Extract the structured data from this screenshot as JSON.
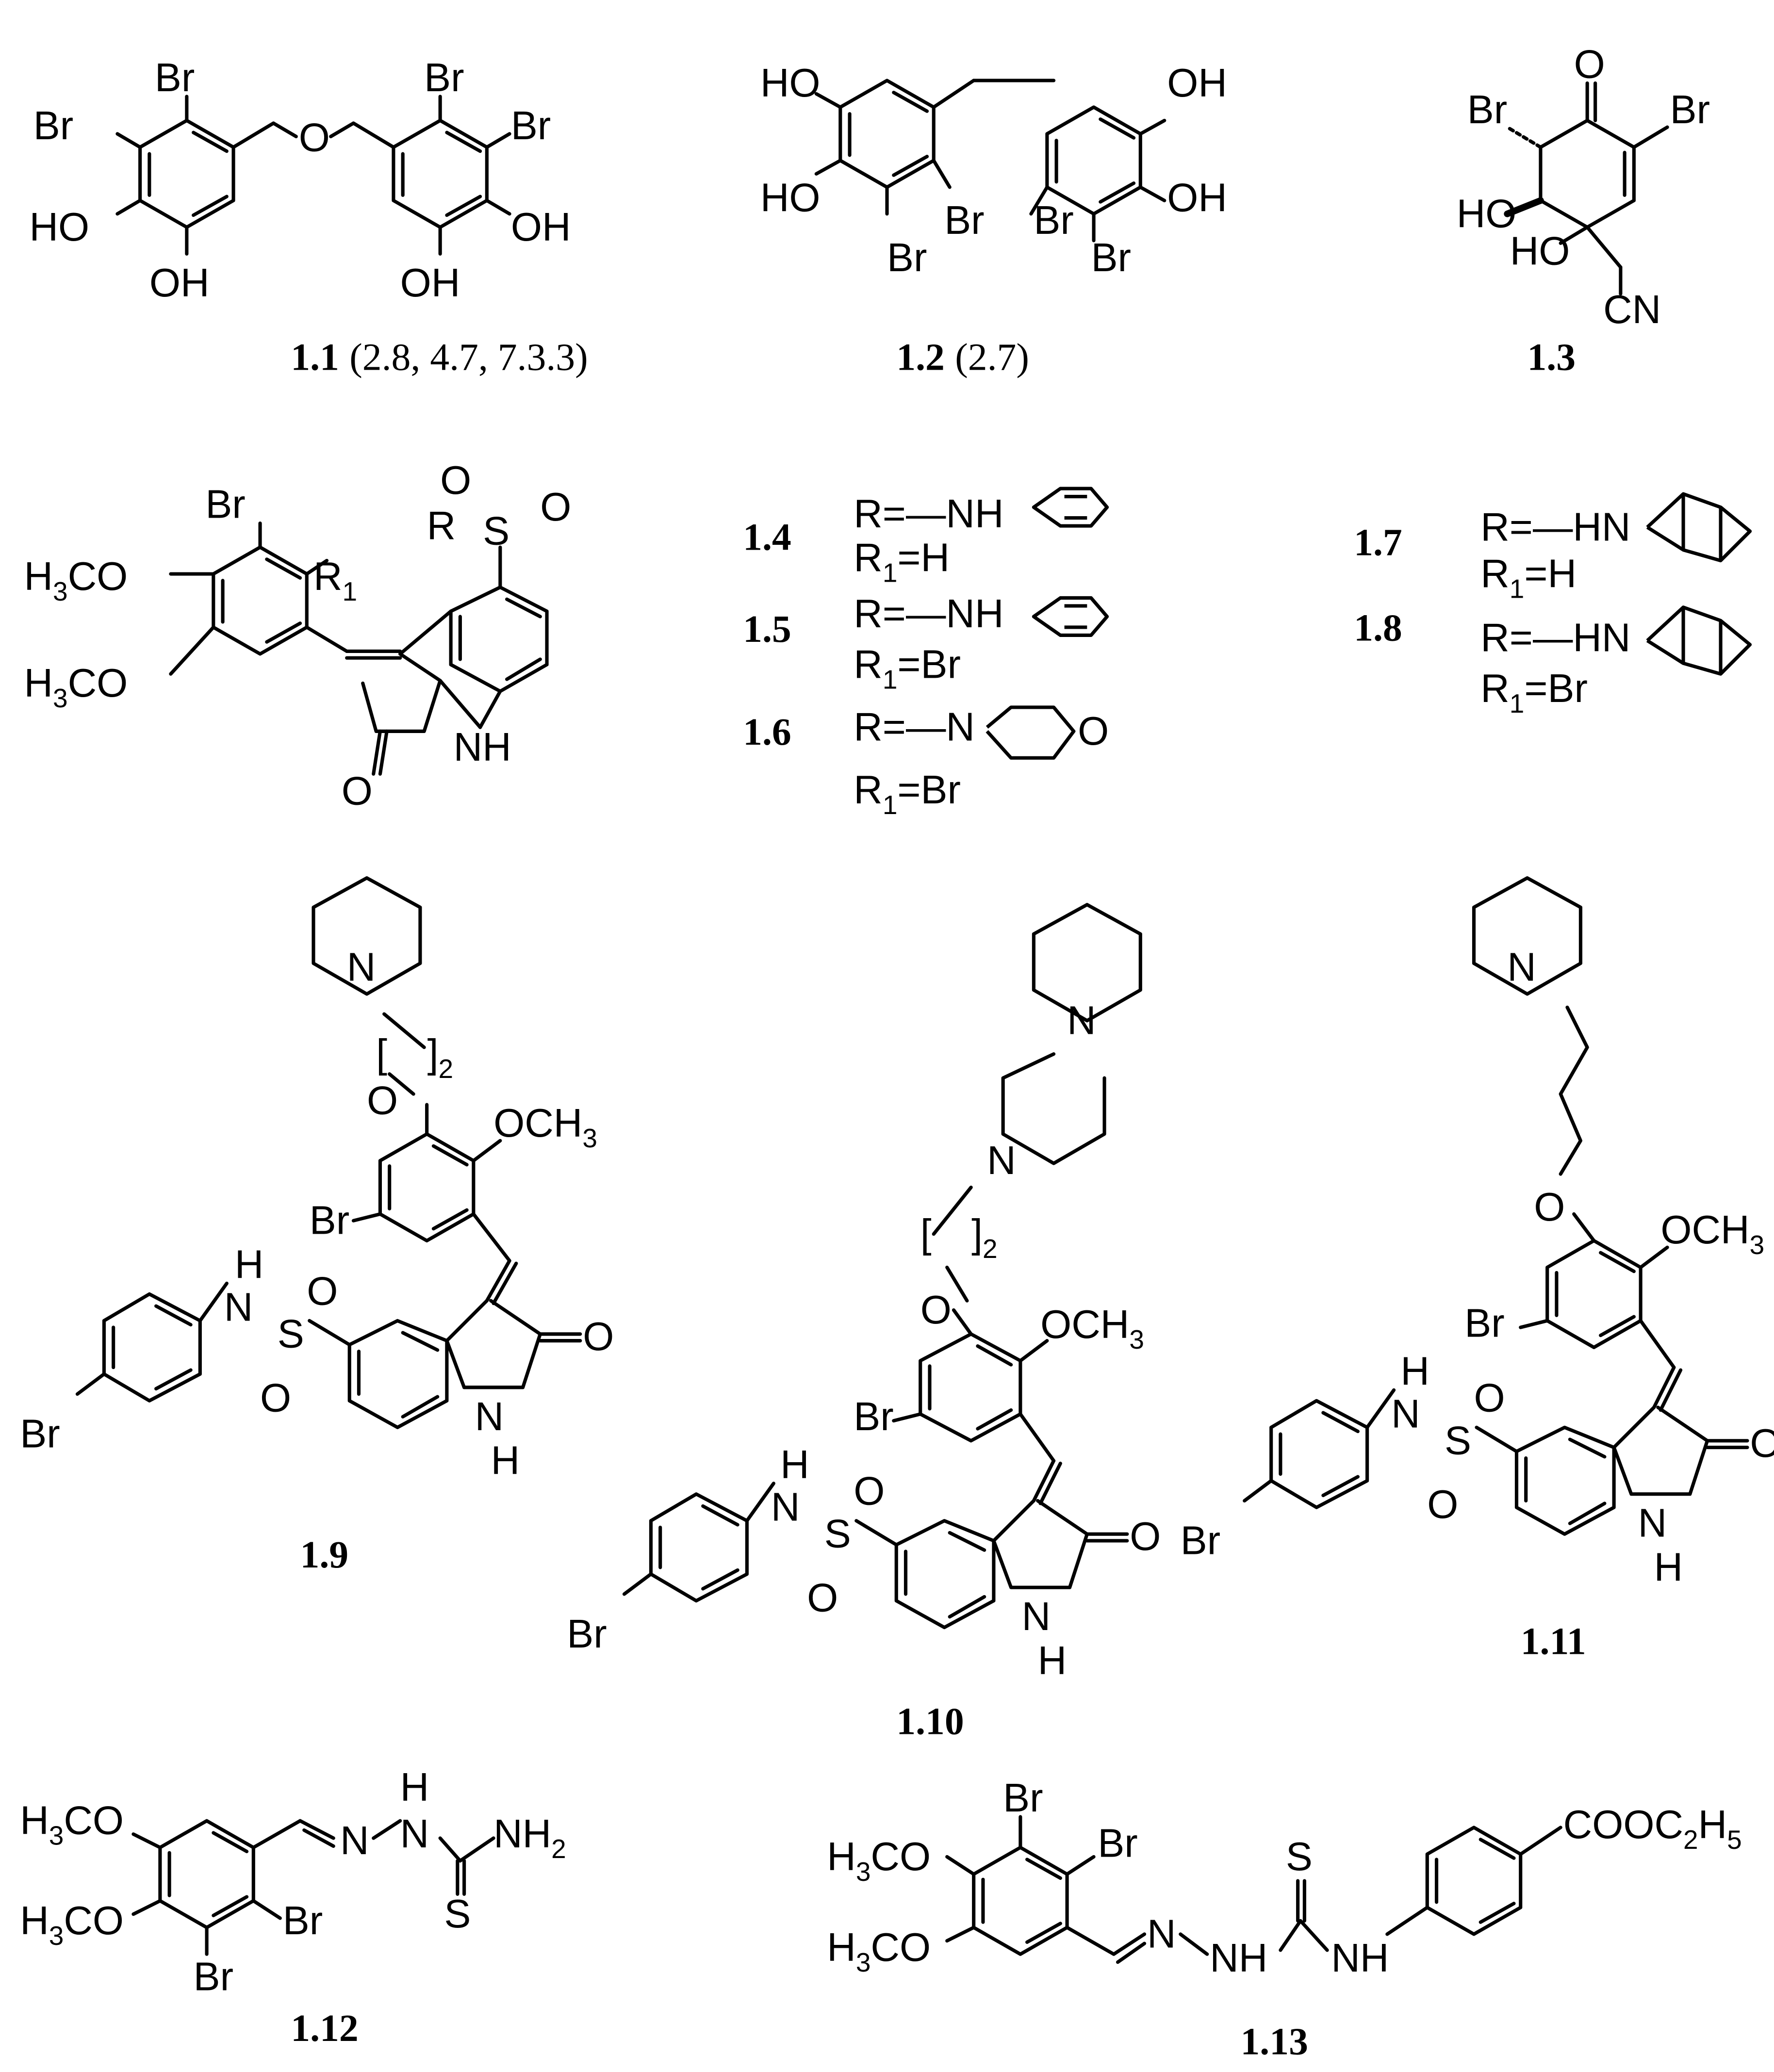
{
  "atoms": {
    "br": "Br",
    "oh": "OH",
    "ho": "HO",
    "o": "O",
    "s": "S",
    "n": "N",
    "nh": "NH",
    "h": "H",
    "cn": "CN",
    "r_eq": "R=",
    "r": "R",
    "r1": "R",
    "sub1": "1",
    "r1_h": "=H",
    "r1_br": "=Br",
    "nh_sub": "—NH",
    "hn_sub": "—HN",
    "n_sub": "—N",
    "h3co": "H",
    "co": "CO",
    "sub3": "3",
    "och3": "OCH",
    "nh2": "NH",
    "sub2": "2",
    "cooc2h5": "COOC",
    "h5": "H",
    "sub5": "5",
    "bracket_l": "[",
    "bracket_r": "]"
  },
  "labels": {
    "c1_1": "1.1",
    "c1_1_refs": "(2.8, 4.7, 7.3.3)",
    "c1_2": "1.2",
    "c1_2_refs": "(2.7)",
    "c1_3": "1.3",
    "c1_4": "1.4",
    "c1_5": "1.5",
    "c1_6": "1.6",
    "c1_7": "1.7",
    "c1_8": "1.8",
    "c1_9": "1.9",
    "c1_10": "1.10",
    "c1_11": "1.11",
    "c1_12": "1.12",
    "c1_13": "1.13"
  }
}
